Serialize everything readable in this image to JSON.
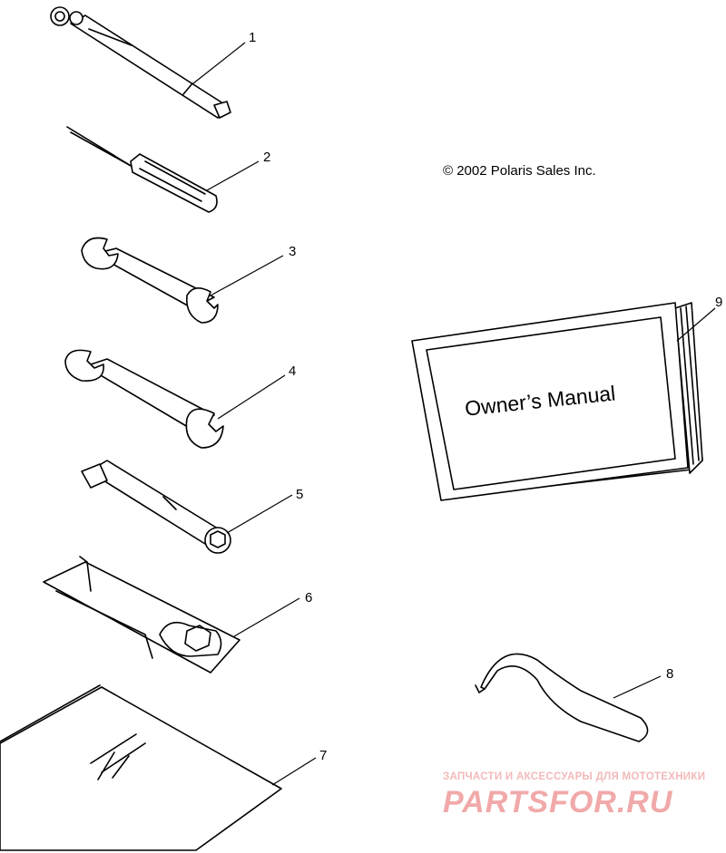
{
  "copyright": "© 2002 Polaris Sales Inc.",
  "manual": {
    "title": "Owner’s Manual"
  },
  "callouts": [
    "1",
    "2",
    "3",
    "4",
    "5",
    "6",
    "7",
    "8",
    "9"
  ],
  "watermark": {
    "tagline": "ЗАПЧАСТИ И АКСЕССУАРЫ ДЛЯ МОТОТЕХНИКИ",
    "logo": "PARTSFOR.RU",
    "color": "#f1a9a9"
  }
}
